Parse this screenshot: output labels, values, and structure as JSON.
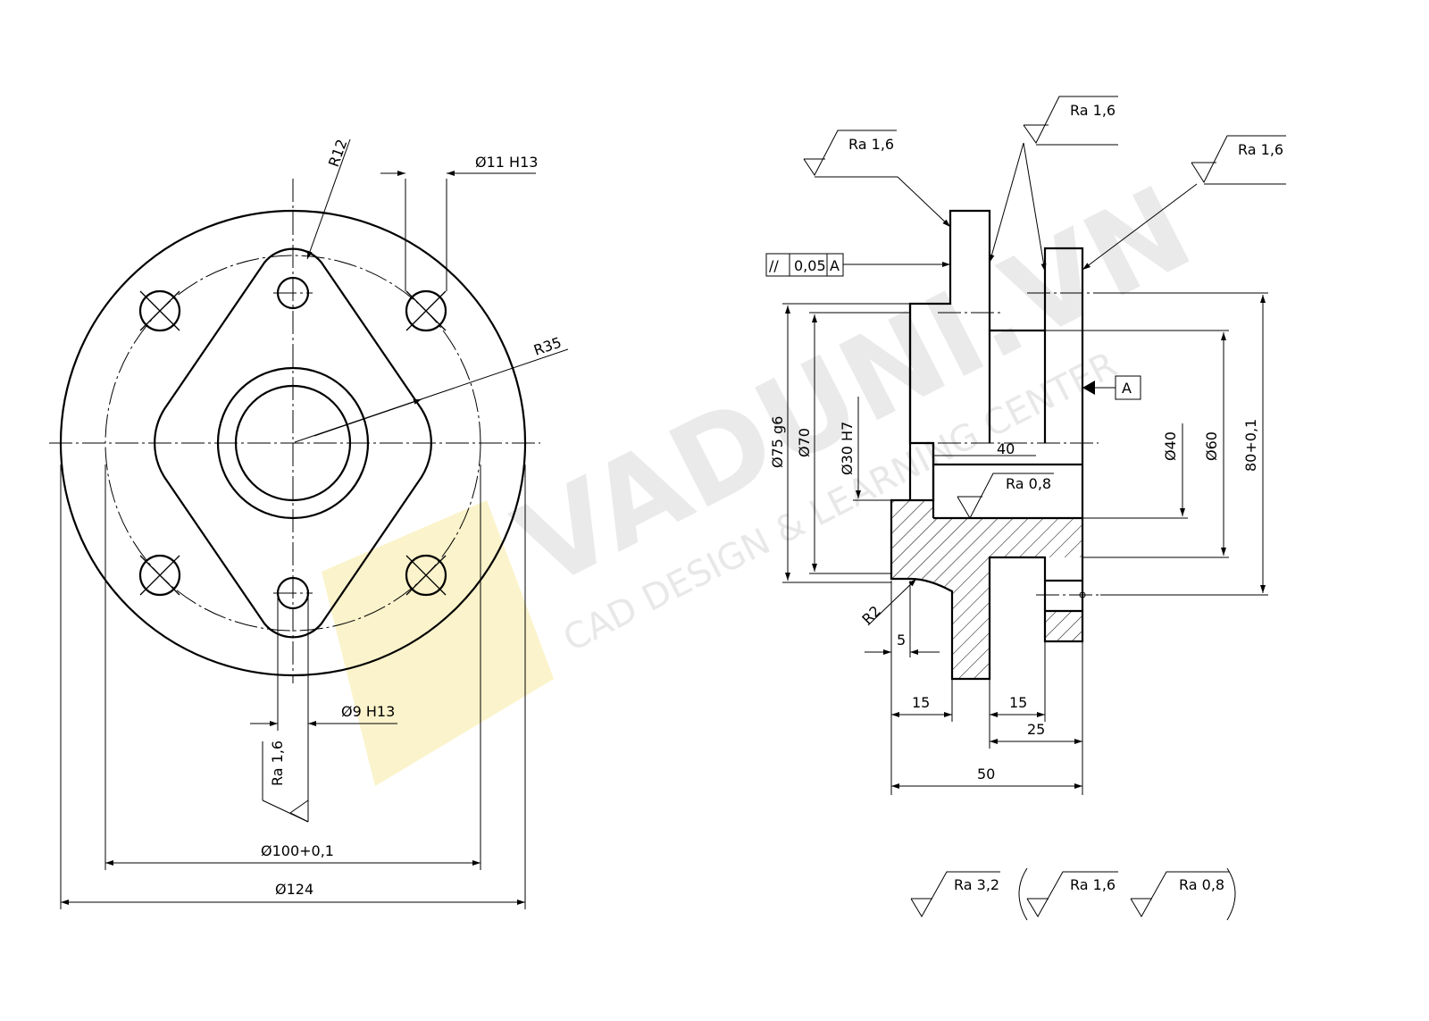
{
  "watermark": {
    "brand": "VADUNI.VN",
    "tagline": "CAD DESIGN & LEARNING CENTER",
    "accent_color": "#f7eaa0"
  },
  "front_view": {
    "r12": "R12",
    "d11": "Ø11 H13",
    "r35": "R35",
    "d9": "Ø9 H13",
    "ra_hole": "Ra 1,6",
    "d100": "Ø100+0,1",
    "d124": "Ø124"
  },
  "section_view": {
    "ra_left": "Ra 1,6",
    "ra_top": "Ra 1,6",
    "ra_right": "Ra 1,6",
    "ra_bore": "Ra 0,8",
    "tol_symbol": "//",
    "tol_value": "0,05",
    "tol_datum": "A",
    "datum_label": "A",
    "d75": "Ø75 g6",
    "d70": "Ø70",
    "d30": "Ø30 H7",
    "d40": "Ø40",
    "d60": "Ø60",
    "d80": "80+0,1",
    "dim40": "40",
    "r2": "R2",
    "dim5": "5",
    "dim15a": "15",
    "dim15b": "15",
    "dim25": "25",
    "dim50": "50"
  },
  "surface_legend": {
    "general": "Ra 3,2",
    "other1": "Ra 1,6",
    "other2": "Ra 0,8"
  }
}
